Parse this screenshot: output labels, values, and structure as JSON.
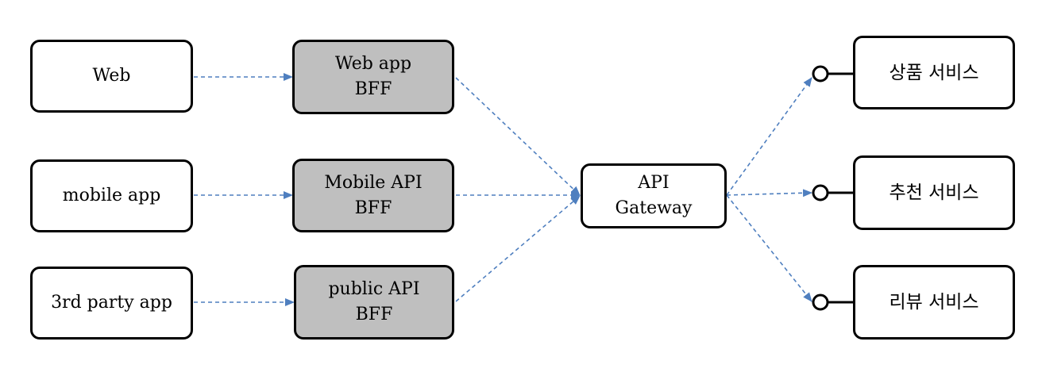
{
  "colors": {
    "edge": "#4f7fbf",
    "bff_fill": "#bfbfbf",
    "node_border": "#000000"
  },
  "clients": [
    {
      "id": "web",
      "label": "Web"
    },
    {
      "id": "mobile",
      "label": "mobile app"
    },
    {
      "id": "third_party",
      "label": "3rd party app"
    }
  ],
  "bffs": [
    {
      "id": "web_bff",
      "line1": "Web app",
      "line2": "BFF"
    },
    {
      "id": "mobile_bff",
      "line1": "Mobile API",
      "line2": "BFF"
    },
    {
      "id": "public_bff",
      "line1": "public API",
      "line2": "BFF"
    }
  ],
  "gateway": {
    "line1": "API",
    "line2": "Gateway"
  },
  "services": [
    {
      "id": "product",
      "label": "상품 서비스"
    },
    {
      "id": "recommend",
      "label": "추천 서비스"
    },
    {
      "id": "review",
      "label": "리뷰 서비스"
    }
  ],
  "edges": [
    {
      "from": "web",
      "to": "web_bff",
      "style": "dashed"
    },
    {
      "from": "mobile",
      "to": "mobile_bff",
      "style": "dashed"
    },
    {
      "from": "third_party",
      "to": "public_bff",
      "style": "dashed"
    },
    {
      "from": "web_bff",
      "to": "gateway",
      "style": "dashed"
    },
    {
      "from": "mobile_bff",
      "to": "gateway",
      "style": "dashed"
    },
    {
      "from": "public_bff",
      "to": "gateway",
      "style": "dashed"
    },
    {
      "from": "gateway",
      "to": "product",
      "style": "dashed"
    },
    {
      "from": "gateway",
      "to": "recommend",
      "style": "dashed"
    },
    {
      "from": "gateway",
      "to": "review",
      "style": "dashed"
    }
  ]
}
